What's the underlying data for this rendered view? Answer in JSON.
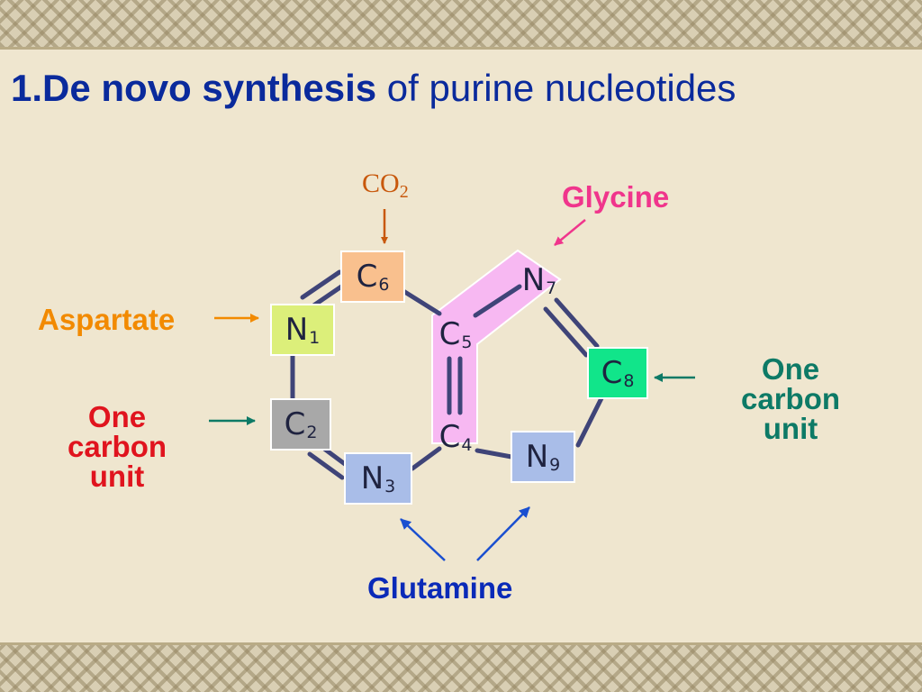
{
  "title": {
    "bold": "1.De novo synthesis",
    "rest": " of purine nucleotides"
  },
  "sources": {
    "co2": {
      "main": "CO",
      "sub": "2"
    },
    "glycine": "Glycine",
    "aspartate": "Aspartate",
    "one_carbon_left": [
      "One",
      "carbon",
      "unit"
    ],
    "one_carbon_right": [
      "One",
      "carbon",
      "unit"
    ],
    "glutamine": "Glutamine"
  },
  "atoms": {
    "c6": {
      "symbol": "C",
      "number": "6"
    },
    "n1": {
      "symbol": "N",
      "number": "1"
    },
    "c2": {
      "symbol": "C",
      "number": "2"
    },
    "n3": {
      "symbol": "N",
      "number": "3"
    },
    "c5": {
      "symbol": "C",
      "number": "5"
    },
    "c4": {
      "symbol": "C",
      "number": "4"
    },
    "n7": {
      "symbol": "N",
      "number": "7"
    },
    "c8": {
      "symbol": "C",
      "number": "8"
    },
    "n9": {
      "symbol": "N",
      "number": "9"
    }
  },
  "colors": {
    "title": "#0a2a9c",
    "co2": "#c8580c",
    "glycine": "#f0358c",
    "aspartate": "#f28a00",
    "one_carbon_left": "#e0141e",
    "one_carbon_right": "#0d7a66",
    "glutamine": "#0a2ab8",
    "bond": "#3f4478",
    "glycine_highlight": "#f7b8f2",
    "c6_box": "#f9c08e",
    "n1_box": "#dcef7a",
    "c2_box": "#a8a8a8",
    "n3_box": "#a9bde8",
    "c8_box": "#11e58a",
    "n9_box": "#a9bde8"
  }
}
